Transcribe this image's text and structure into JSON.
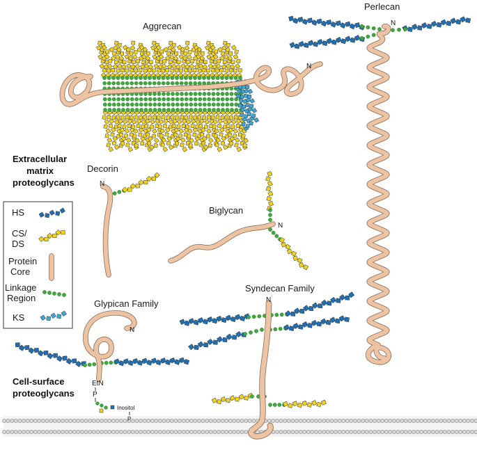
{
  "titles": {
    "aggrecan": "Aggrecan",
    "perlecan": "Perlecan",
    "decorin": "Decorin",
    "biglycan": "Biglycan",
    "glypican": "Glypican Family",
    "syndecan": "Syndecan Family"
  },
  "sections": {
    "ecm_line1": "Extracellular",
    "ecm_line2": "matrix",
    "ecm_line3": "proteoglycans",
    "cs_line1": "Cell-surface",
    "cs_line2": "proteoglycans"
  },
  "terminus": "N",
  "gpi": {
    "etn": "EtN",
    "p": "P",
    "inositol": "Inositol"
  },
  "legend": [
    {
      "label_lines": [
        "HS"
      ],
      "icon": "hs-chain-icon"
    },
    {
      "label_lines": [
        "CS/",
        "DS"
      ],
      "icon": "cs-ds-chain-icon"
    },
    {
      "label_lines": [
        "Protein",
        "Core"
      ],
      "icon": "protein-core-icon"
    },
    {
      "label_lines": [
        "Linkage",
        "Region"
      ],
      "icon": "linkage-region-icon"
    },
    {
      "label_lines": [
        "KS"
      ],
      "icon": "ks-chain-icon"
    }
  ],
  "colors": {
    "hs": "#1f6fb5",
    "cs_ds": "#f2d21b",
    "linkage": "#3bab3b",
    "ks": "#3aa8d8",
    "protein_core": "#ecc3a3",
    "protein_outline": "#8a6a55",
    "membrane": "#bdbdbd"
  }
}
